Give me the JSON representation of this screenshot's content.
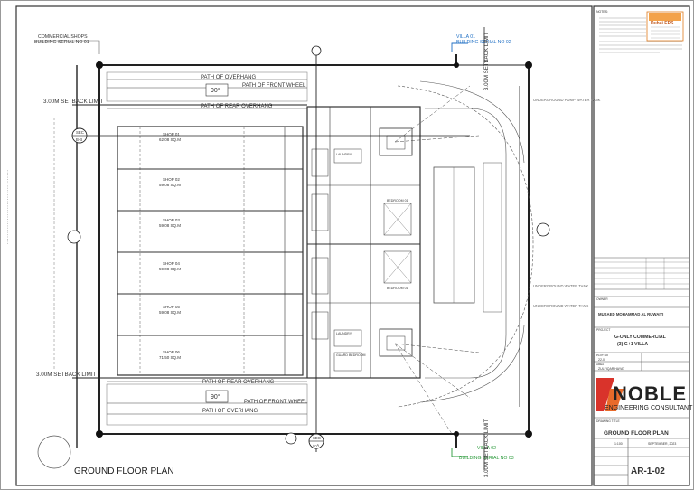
{
  "sheet": {
    "title": "GROUND FLOOR PLAN",
    "drawing_no": "AR-1-02",
    "scale": "1:100",
    "date": "SEPTEMBER, 2023"
  },
  "plan": {
    "labels": {
      "commercial_shops": "COMMERCIAL SHOPS",
      "building_serial_01": "BUILDING SERIAL NO 01",
      "villa_01": "VILLA 01",
      "building_serial_02": "BUILDING SERIAL NO 02",
      "villa_02": "VILLA 02",
      "building_serial_03": "BUILDING SERIAL NO 03",
      "setback_top": "3.00M SETBACK LIMIT",
      "setback_bottom": "3.00M SETBACK LIMIT",
      "setback_right_top": "3.00M SETBACK LIMIT",
      "setback_right_bottom": "3.00M SETBACK LIMIT",
      "path_overhang_top": "PATH OF OVERHANG",
      "path_front_wheel_top": "PATH OF FRONT WHEEL",
      "path_rear_overhang_top": "PATH OF REAR OVERHANG",
      "path_rear_overhang_bottom": "PATH OF REAR OVERHANG",
      "path_front_wheel_bottom": "PATH OF FRONT WHEEL",
      "path_overhang_bottom": "PATH OF OVERHANG",
      "angle_top": "90°",
      "angle_bottom": "90°",
      "underground_pump": "UNDERGROUND PUMP WATER TANK",
      "underground_water_1": "UNDERGROUND WATER TANK",
      "underground_water_2": "UNDERGROUND WATER TANK",
      "laundry_1": "LAUNDRY",
      "laundry_2": "LAUNDRY",
      "guard_bedroom": "GUARD BEDROOM",
      "bedroom_1": "BEDROOM 01",
      "bedroom_2": "BEDROOM 01",
      "sec_top_1": "SEC",
      "sec_top_2": "B-B",
      "sec_bottom_1": "SEC",
      "sec_bottom_2": "A-A"
    },
    "shops": [
      {
        "name": "SHOP 01",
        "area": "62.08 SQ.M"
      },
      {
        "name": "SHOP 02",
        "area": "59.08 SQ.M"
      },
      {
        "name": "SHOP 03",
        "area": "59.08 SQ.M"
      },
      {
        "name": "SHOP 04",
        "area": "59.08 SQ.M"
      },
      {
        "name": "SHOP 05",
        "area": "59.08 SQ.M"
      },
      {
        "name": "SHOP 06",
        "area": "71.50 SQ.M"
      }
    ]
  },
  "title_block": {
    "notes_heading": "NOTES:",
    "stamp_text": "Dubai EPS",
    "owner_label": "OWNER",
    "owner_name": "MUSAED MOHAMMAD AL RUWAITI",
    "project_label": "PROJECT",
    "project_line1": "G-ONLY COMMERCIAL",
    "project_line2": "(3)  G+1 VILLA",
    "plot_label": "PLOT NO",
    "plot_value": "22-0",
    "area_label": "AREA",
    "area_value": "ZULFIQAR HAYAT",
    "firm_name": "NOBLE",
    "firm_subtitle": "ENGINEERING CONSULTANT",
    "drawing_title_label": "DRAWING TITLE",
    "drawing_title": "GROUND FLOOR PLAN"
  }
}
